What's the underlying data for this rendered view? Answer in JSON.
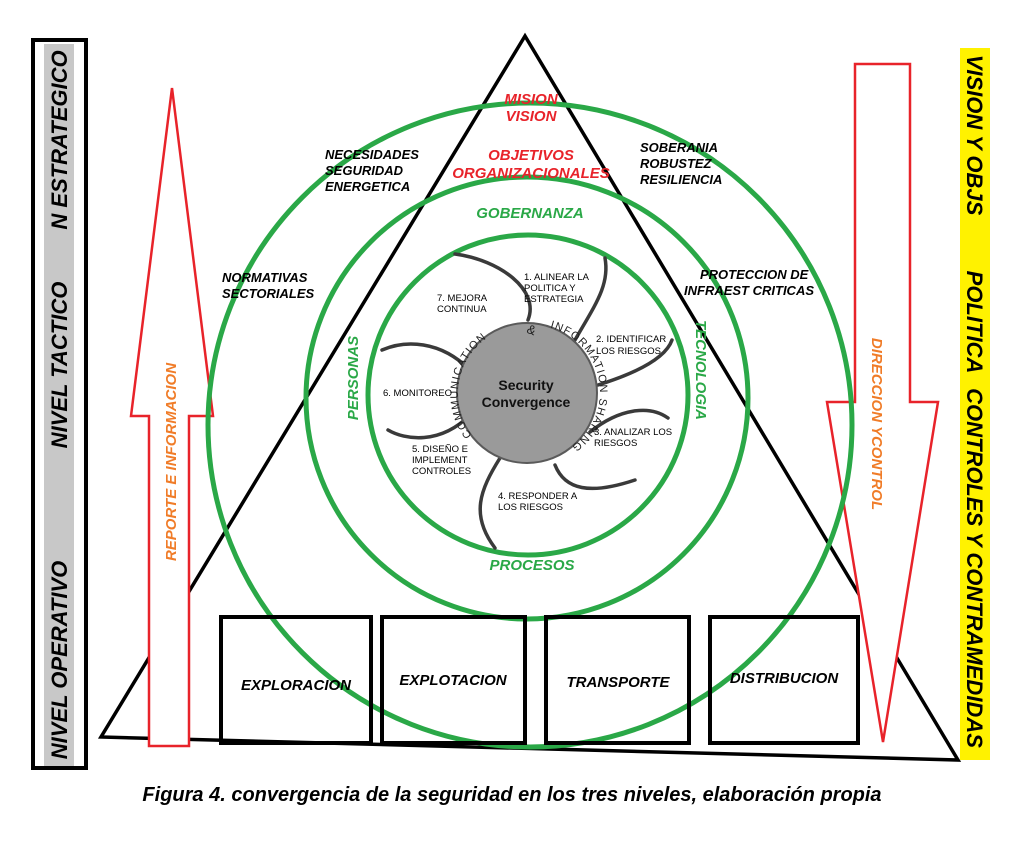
{
  "colors": {
    "red": "#e8232a",
    "green": "#2aa847",
    "orange": "#f07c28",
    "gray_band": "#c8c8c8",
    "yellow_band": "#fff200",
    "hub": "#9a9a9a"
  },
  "left_band": {
    "estrategico": "N ESTRATEGICO",
    "tactico": "NIVEL TACTICO",
    "operativo": "NIVEL OPERATIVO"
  },
  "right_band": {
    "vision": "VISION Y OBJS",
    "politica": "POLITICA",
    "controles": "CONTROLES Y CONTRAMEDIDAS"
  },
  "arrows": {
    "up_label": "REPORTE E INFORMACION",
    "down_label": "DIRECCION YCONTROL"
  },
  "triangle": {
    "mision": "MISION",
    "vision": "VISION",
    "objetivos_1": "OBJETIVOS",
    "objetivos_2": "ORGANIZACIONALES"
  },
  "outer_ring": {
    "necesidades": [
      "NECESIDADES",
      "SEGURIDAD",
      "ENERGETICA"
    ],
    "soberania": [
      "SOBERANIA",
      "ROBUSTEZ",
      "RESILIENCIA"
    ],
    "normativas": [
      "NORMATIVAS",
      "SECTORIALES"
    ],
    "proteccion": [
      "PROTECCION DE",
      "INFRAEST CRITICAS"
    ]
  },
  "middle_ring": {
    "top": "GOBERNANZA",
    "left": "PERSONAS",
    "right": "TECNOLOGIA",
    "bottom": "PROCESOS"
  },
  "hub": {
    "title_1": "Security",
    "title_2": "Convergence",
    "arc_left": "COMMUNICATION",
    "arc_amp": "&",
    "arc_right": "INFORMATION SHARING"
  },
  "steps": [
    [
      "1. ALINEAR LA",
      "POLITICA Y",
      "ESTRATEGIA"
    ],
    [
      "2. IDENTIFICAR",
      "LOS RIESGOS"
    ],
    [
      "3. ANALIZAR LOS",
      "RIESGOS"
    ],
    [
      "4. RESPONDER A",
      "LOS RIESGOS"
    ],
    [
      "5. DISEÑO E",
      "IMPLEMENT",
      "CONTROLES"
    ],
    [
      "6. MONITOREO"
    ],
    [
      "7. MEJORA",
      "CONTINUA"
    ]
  ],
  "boxes": [
    "EXPLORACION",
    "EXPLOTACION",
    "TRANSPORTE",
    "DISTRIBUCION"
  ],
  "caption": "Figura 4. convergencia de la seguridad en los tres niveles, elaboración propia"
}
